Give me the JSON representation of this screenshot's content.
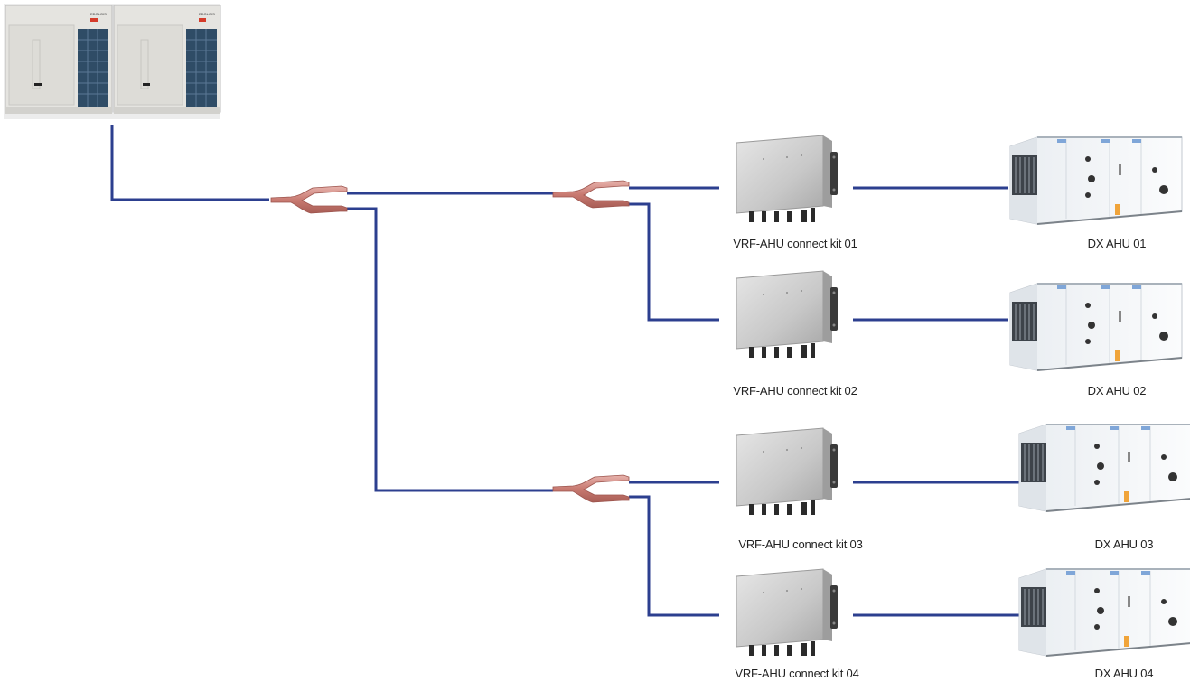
{
  "outdoor_unit": {
    "brand_text": "EDOLGIS"
  },
  "connect_kits": [
    {
      "label": "VRF-AHU connect kit 01"
    },
    {
      "label": "VRF-AHU connect kit 02"
    },
    {
      "label": "VRF-AHU connect kit 03"
    },
    {
      "label": "VRF-AHU connect kit 04"
    }
  ],
  "ahus": [
    {
      "label": "DX AHU 01"
    },
    {
      "label": "DX AHU 02"
    },
    {
      "label": "DX AHU 03"
    },
    {
      "label": "DX AHU 04"
    }
  ],
  "colors": {
    "pipe": "#2c3f8f",
    "pipe_light": "#3d5fb0",
    "branch_joint": "#c9837c",
    "kit_body": "#cfcfcf",
    "ahu_body": "#f1f3f5"
  }
}
